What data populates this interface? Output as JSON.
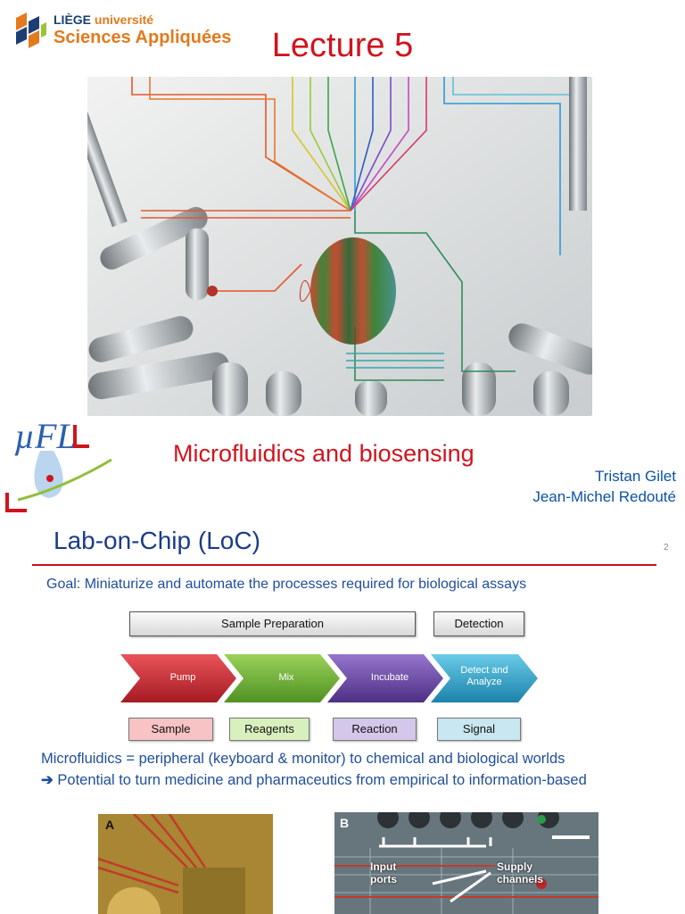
{
  "slide1": {
    "logo": {
      "line1_a": "LIÈGE",
      "line1_b": "université",
      "line2": "Sciences Appliquées"
    },
    "title": "Lecture 5",
    "subtitle": "Microfluidics and biosensing",
    "authors": [
      "Tristan Gilet",
      "Jean-Michel Redouté"
    ],
    "ufl_logo_text": "µFL"
  },
  "slide2": {
    "title": "Lab-on-Chip (LoC)",
    "page_number": "2",
    "goal": "Goal: Miniaturize and automate the processes required for biological assays",
    "top_boxes": {
      "sample_preparation": "Sample Preparation",
      "detection": "Detection"
    },
    "process_steps": [
      {
        "label": "Pump",
        "color": "#c9262d"
      },
      {
        "label": "Mix",
        "color": "#6fb132"
      },
      {
        "label": "Incubate",
        "color": "#6b46a6"
      },
      {
        "label": "Detect and Analyze",
        "color": "#2fa4cf"
      }
    ],
    "bottom_boxes": [
      "Sample",
      "Reagents",
      "Reaction",
      "Signal"
    ],
    "line1": "Microfluidics = peripheral (keyboard & monitor) to chemical and biological worlds",
    "line2_arrow": "➔",
    "line2": " Potential to turn medicine and pharmaceutics from empirical to information-based",
    "photo_a": {
      "letter": "A"
    },
    "photo_b": {
      "letter": "B",
      "input_label": "Input ports",
      "supply_label": "Supply channels"
    }
  },
  "colors": {
    "title_red": "#d0141e",
    "text_blue": "#1f4e9b",
    "heading_blue": "#1c3c88",
    "brand_orange": "#e47a1e"
  }
}
